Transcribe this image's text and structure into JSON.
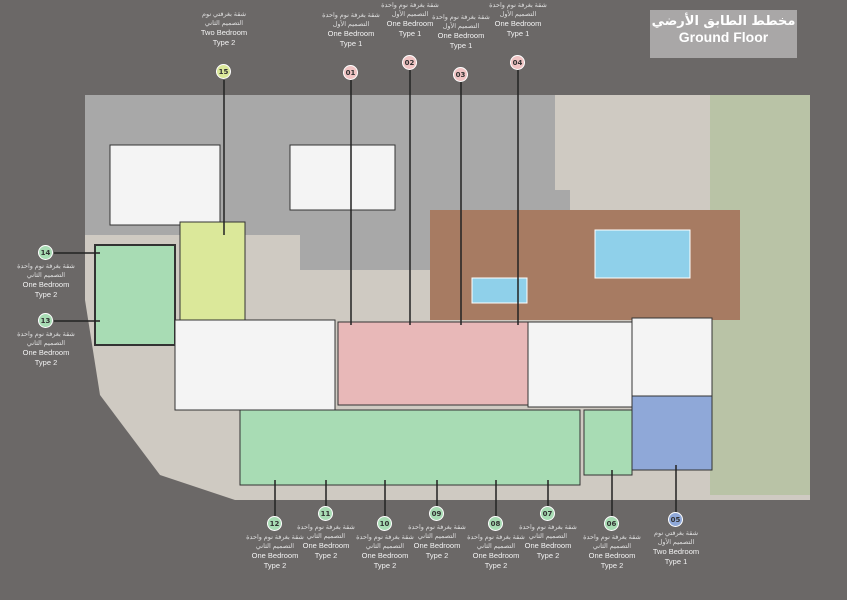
{
  "title": {
    "arabic": "مخطط الطابق الأرضي",
    "english": "Ground Floor"
  },
  "colors": {
    "background": "#6b6867",
    "one_bedroom_type1": "#e8b8b8",
    "one_bedroom_type2": "#9fd3b0",
    "two_bedroom_type1": "#8fa8d8",
    "two_bedroom_type2_yellow": "#d8e6a0",
    "two_bedroom_type2_green": "#9fd3b0",
    "pool": "#8fd0ea",
    "deck": "#a77b62"
  },
  "units": [
    {
      "num": "15",
      "ar1": "شقة بغرفتي نوم",
      "ar2": "التصميم الثاني",
      "en1": "Two Bedroom",
      "en2": "Type 2",
      "color": "#dbe89a"
    },
    {
      "num": "01",
      "ar1": "شقة بغرفة نوم واحدة",
      "ar2": "التصميم الأول",
      "en1": "One Bedroom",
      "en2": "Type 1",
      "color": "#f0c4c4"
    },
    {
      "num": "02",
      "ar1": "شقة بغرفة نوم واحدة",
      "ar2": "التصميم الأول",
      "en1": "One Bedroom",
      "en2": "Type 1",
      "color": "#f0c4c4"
    },
    {
      "num": "03",
      "ar1": "شقة بغرفة نوم واحدة",
      "ar2": "التصميم الأول",
      "en1": "One Bedroom",
      "en2": "Type 1",
      "color": "#f0c4c4"
    },
    {
      "num": "04",
      "ar1": "شقة بغرفة نوم واحدة",
      "ar2": "التصميم الأول",
      "en1": "One Bedroom",
      "en2": "Type 1",
      "color": "#f0c4c4"
    },
    {
      "num": "14",
      "ar1": "شقة بغرفة نوم واحدة",
      "ar2": "التصميم الثاني",
      "en1": "One Bedroom",
      "en2": "Type 2",
      "color": "#a8dcb4"
    },
    {
      "num": "13",
      "ar1": "شقة بغرفة نوم واحدة",
      "ar2": "التصميم الثاني",
      "en1": "One Bedroom",
      "en2": "Type 2",
      "color": "#a8dcb4"
    },
    {
      "num": "12",
      "ar1": "شقة بغرفة نوم واحدة",
      "ar2": "التصميم الثاني",
      "en1": "One Bedroom",
      "en2": "Type 2",
      "color": "#a8dcb4"
    },
    {
      "num": "11",
      "ar1": "شقة بغرفة نوم واحدة",
      "ar2": "التصميم الثاني",
      "en1": "One Bedroom",
      "en2": "Type 2",
      "color": "#a8dcb4"
    },
    {
      "num": "10",
      "ar1": "شقة بغرفة نوم واحدة",
      "ar2": "التصميم الثاني",
      "en1": "One Bedroom",
      "en2": "Type 2",
      "color": "#a8dcb4"
    },
    {
      "num": "09",
      "ar1": "شقة بغرفة نوم واحدة",
      "ar2": "التصميم الثاني",
      "en1": "One Bedroom",
      "en2": "Type 2",
      "color": "#a8dcb4"
    },
    {
      "num": "08",
      "ar1": "شقة بغرفة نوم واحدة",
      "ar2": "التصميم الثاني",
      "en1": "One Bedroom",
      "en2": "Type 2",
      "color": "#a8dcb4"
    },
    {
      "num": "07",
      "ar1": "شقة بغرفة نوم واحدة",
      "ar2": "التصميم الثاني",
      "en1": "One Bedroom",
      "en2": "Type 2",
      "color": "#a8dcb4"
    },
    {
      "num": "06",
      "ar1": "شقة بغرفة نوم واحدة",
      "ar2": "التصميم الثاني",
      "en1": "One Bedroom",
      "en2": "Type 2",
      "color": "#a8dcb4"
    },
    {
      "num": "05",
      "ar1": "شقة بغرفتي نوم",
      "ar2": "التصميم الأول",
      "en1": "Two Bedroom",
      "en2": "Type 1",
      "color": "#8fa8d8"
    }
  ]
}
